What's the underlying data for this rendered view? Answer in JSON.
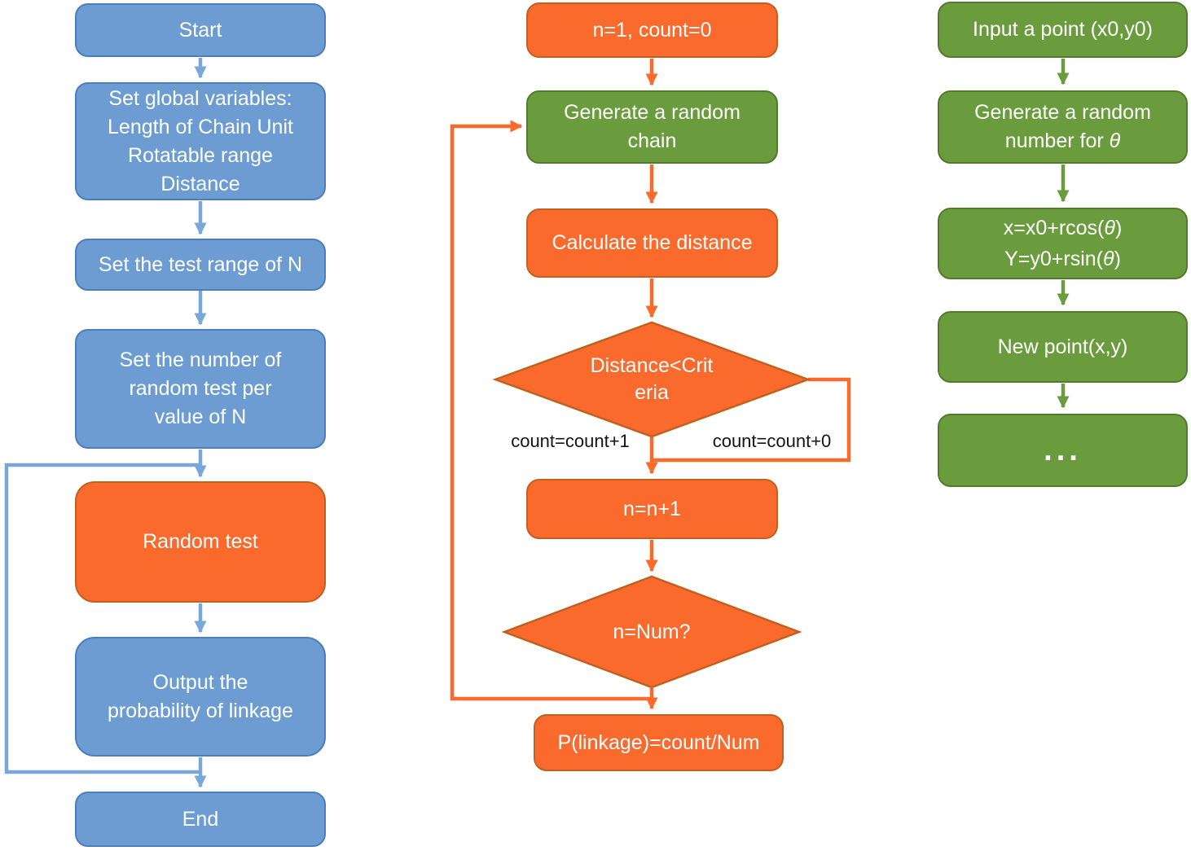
{
  "colors": {
    "blue_fill": "#6C9CD2",
    "blue_border": "#4A7EBD",
    "blue_arrow": "#7AA7DA",
    "orange_fill": "#FA6A2D",
    "orange_border": "#C26020",
    "green_fill": "#6A9C3E",
    "green_border": "#547A2D",
    "green_arrow": "#6A9C3E"
  },
  "left_flow": {
    "start": "Start",
    "global_vars_lines": [
      "Set global variables:",
      "Length of Chain Unit",
      "Rotatable range",
      "Distance"
    ],
    "test_range": "Set the test range of N",
    "num_tests_lines": [
      "Set the number of",
      "random test per",
      "value of N"
    ],
    "random_test": "Random test",
    "output_lines": [
      "Output the",
      "probability of linkage"
    ],
    "end": "End"
  },
  "middle_flow": {
    "init": "n=1, count=0",
    "generate_chain_lines": [
      "Generate a random",
      "chain"
    ],
    "calc_distance": "Calculate the distance",
    "decision_distance_lines": [
      "Distance<Crit",
      "eria"
    ],
    "branch_true_label": "count=count+1",
    "branch_false_label": "count=count+0",
    "increment": "n=n+1",
    "decision_num": "n=Num?",
    "result": "P(linkage)=count/Num"
  },
  "right_flow": {
    "input_point": "Input a point (x0,y0)",
    "gen_theta_line1": "Generate a random",
    "gen_theta_line2_pre": "number for ",
    "theta": "θ",
    "formula_x_pre": "x=x0+rcos(",
    "formula_y_pre": "Y=y0+rsin(",
    "close_paren": ")",
    "new_point": "New point(x,y)",
    "ellipsis": "..."
  }
}
